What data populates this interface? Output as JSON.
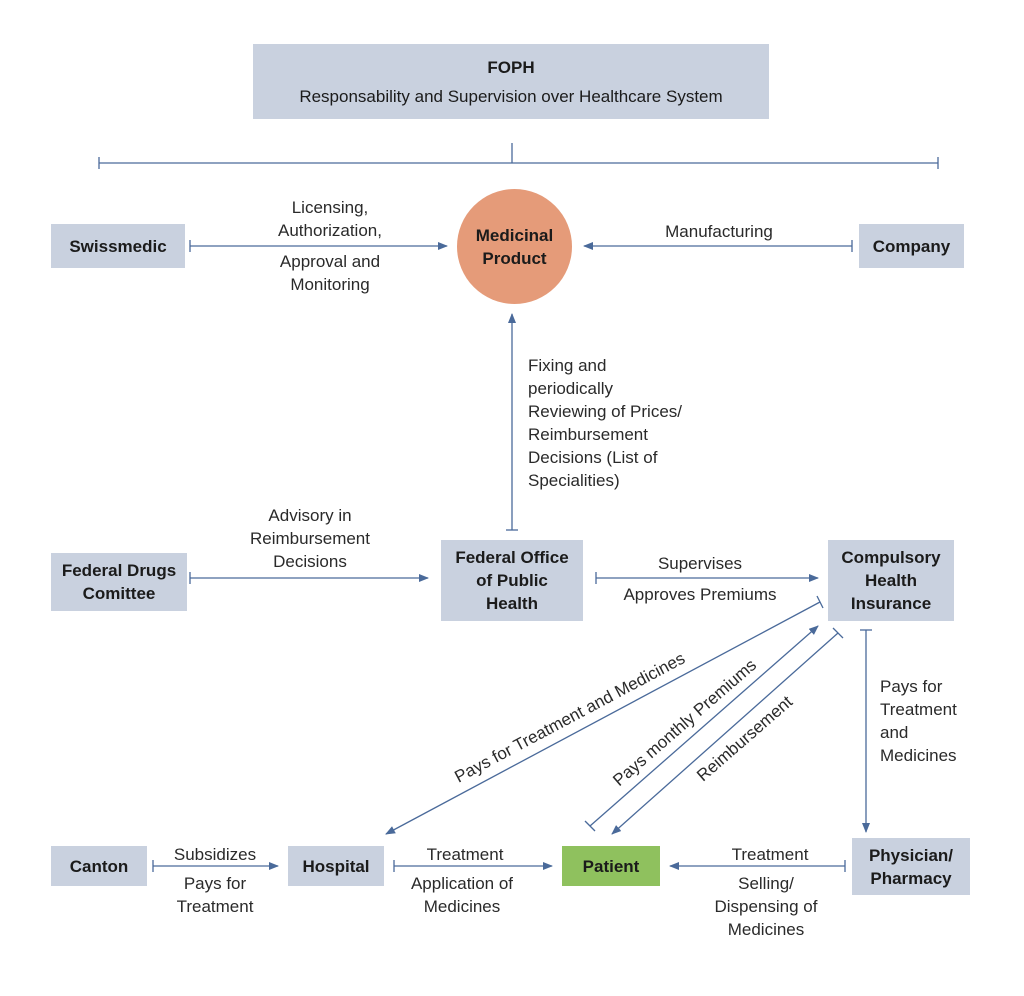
{
  "foph": {
    "title": "FOPH",
    "subtitle": "Responsability and Supervision over Healthcare System"
  },
  "nodes": {
    "swissmedic": "Swissmedic",
    "medicinal_product": [
      "Medicinal",
      "Product"
    ],
    "company": "Company",
    "federal_drugs": [
      "Federal Drugs",
      "Comittee"
    ],
    "foph_office": [
      "Federal Office",
      "of Public",
      "Health"
    ],
    "insurance": [
      "Compulsory",
      "Health",
      "Insurance"
    ],
    "canton": "Canton",
    "hospital": "Hospital",
    "patient": "Patient",
    "physician": [
      "Physician/",
      "Pharmacy"
    ]
  },
  "labels": {
    "licensing": [
      "Licensing,",
      "Authorization,"
    ],
    "approval": [
      "Approval and",
      "Monitoring"
    ],
    "manufacturing": "Manufacturing",
    "fixing": [
      "Fixing and",
      "periodically",
      "Reviewing of Prices/",
      "Reimbursement",
      "Decisions (List of",
      "Specialities)"
    ],
    "advisory": [
      "Advisory in",
      "Reimbursement",
      "Decisions"
    ],
    "supervises": "Supervises",
    "approves": "Approves Premiums",
    "pays_treatment_medicines": "Pays for Treatment and Medicines",
    "pays_monthly": "Pays monthly Premiums",
    "reimbursement": "Reimbursement",
    "pays_for_right": [
      "Pays for",
      "Treatment",
      "and",
      "Medicines"
    ],
    "subsidizes": "Subsidizes",
    "pays_for_treatment": [
      "Pays for",
      "Treatment"
    ],
    "treatment_left": "Treatment",
    "application": [
      "Application of",
      "Medicines"
    ],
    "treatment_right": "Treatment",
    "selling": [
      "Selling/",
      "Dispensing of",
      "Medicines"
    ]
  },
  "colors": {
    "box": "#c9d1df",
    "circle": "#e59b79",
    "patient": "#8fc15e",
    "arrow": "#4a6a9a"
  }
}
